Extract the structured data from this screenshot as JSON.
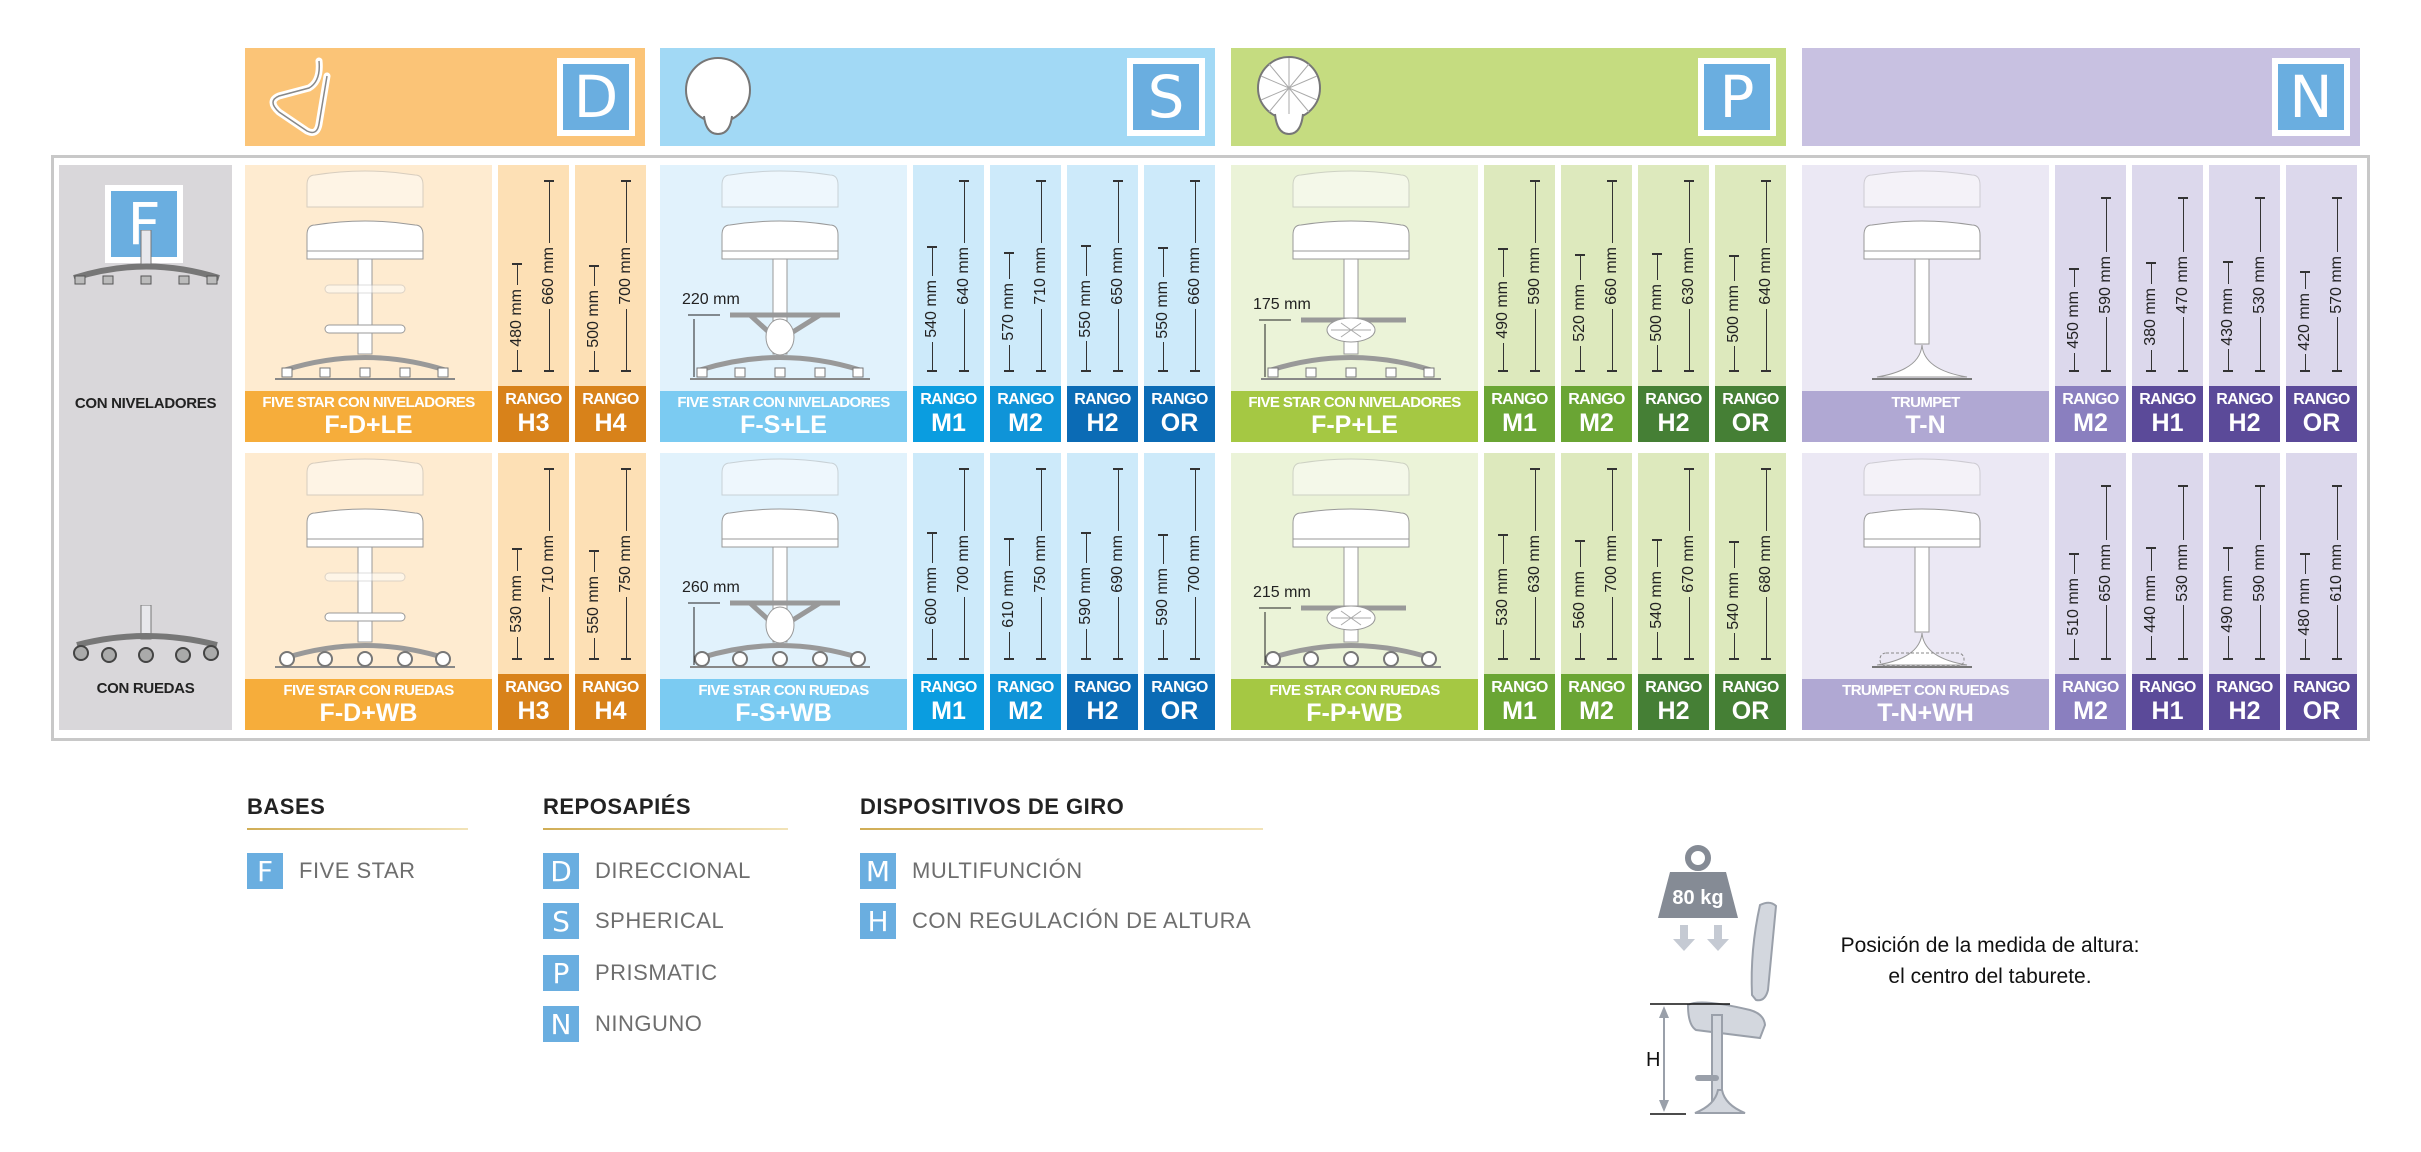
{
  "base_badge": "F",
  "bases": [
    "CON NIVELADORES",
    "CON RUEDAS"
  ],
  "groups": [
    {
      "letter": "D",
      "icon": "directional-footrest-icon",
      "header": "#fbc477",
      "light": "#feebd0",
      "collight": "#fde0b5",
      "strip": "#f6ad3b",
      "stool": "D",
      "rowcolors": [
        "#d8821a",
        "#d8821a"
      ],
      "rows": [
        {
          "caption": "FIVE STAR CON NIVELADORES",
          "code": "F-D+LE",
          "foot": null,
          "ranges": [
            {
              "r": "RANGO",
              "c": "H3",
              "lo": "480 mm",
              "hi": "660 mm"
            },
            {
              "r": "RANGO",
              "c": "H4",
              "lo": "500 mm",
              "hi": "700 mm"
            }
          ]
        },
        {
          "caption": "FIVE STAR CON RUEDAS",
          "code": "F-D+WB",
          "foot": null,
          "ranges": [
            {
              "r": "RANGO",
              "c": "H3",
              "lo": "530 mm",
              "hi": "710 mm"
            },
            {
              "r": "RANGO",
              "c": "H4",
              "lo": "550 mm",
              "hi": "750 mm"
            }
          ]
        }
      ]
    },
    {
      "letter": "S",
      "icon": "spherical-footrest-icon",
      "header": "#a2d9f5",
      "light": "#e1f2fc",
      "collight": "#cdeafa",
      "strip": "#7bcbf2",
      "stool": "S",
      "rowcolors": [
        "#0a9de0",
        "#0f94d8",
        "#0b6bb5",
        "#0b6bb5"
      ],
      "rows": [
        {
          "caption": "FIVE STAR CON NIVELADORES",
          "code": "F-S+LE",
          "foot": "220 mm",
          "ranges": [
            {
              "r": "RANGO",
              "c": "M1",
              "lo": "540 mm",
              "hi": "640 mm"
            },
            {
              "r": "RANGO",
              "c": "M2",
              "lo": "570 mm",
              "hi": "710 mm"
            },
            {
              "r": "RANGO",
              "c": "H2",
              "lo": "550 mm",
              "hi": "650 mm"
            },
            {
              "r": "RANGO",
              "c": "OR",
              "lo": "550 mm",
              "hi": "660 mm"
            }
          ]
        },
        {
          "caption": "FIVE STAR CON RUEDAS",
          "code": "F-S+WB",
          "foot": "260 mm",
          "ranges": [
            {
              "r": "RANGO",
              "c": "M1",
              "lo": "600 mm",
              "hi": "700 mm"
            },
            {
              "r": "RANGO",
              "c": "M2",
              "lo": "610 mm",
              "hi": "750 mm"
            },
            {
              "r": "RANGO",
              "c": "H2",
              "lo": "590 mm",
              "hi": "690 mm"
            },
            {
              "r": "RANGO",
              "c": "OR",
              "lo": "590 mm",
              "hi": "700 mm"
            }
          ]
        }
      ]
    },
    {
      "letter": "P",
      "icon": "prismatic-footrest-icon",
      "header": "#c5dc80",
      "light": "#ebf3d8",
      "collight": "#dde9bd",
      "strip": "#a5c843",
      "stool": "P",
      "rowcolors": [
        "#6aa534",
        "#6aa534",
        "#457f35",
        "#457f35"
      ],
      "rows": [
        {
          "caption": "FIVE STAR CON NIVELADORES",
          "code": "F-P+LE",
          "foot": "175 mm",
          "ranges": [
            {
              "r": "RANGO",
              "c": "M1",
              "lo": "490 mm",
              "hi": "590 mm"
            },
            {
              "r": "RANGO",
              "c": "M2",
              "lo": "520 mm",
              "hi": "660 mm"
            },
            {
              "r": "RANGO",
              "c": "H2",
              "lo": "500 mm",
              "hi": "630 mm"
            },
            {
              "r": "RANGO",
              "c": "OR",
              "lo": "500 mm",
              "hi": "640 mm"
            }
          ]
        },
        {
          "caption": "FIVE STAR CON RUEDAS",
          "code": "F-P+WB",
          "foot": "215 mm",
          "ranges": [
            {
              "r": "RANGO",
              "c": "M1",
              "lo": "530 mm",
              "hi": "630 mm"
            },
            {
              "r": "RANGO",
              "c": "M2",
              "lo": "560 mm",
              "hi": "700 mm"
            },
            {
              "r": "RANGO",
              "c": "H2",
              "lo": "540 mm",
              "hi": "670 mm"
            },
            {
              "r": "RANGO",
              "c": "OR",
              "lo": "540 mm",
              "hi": "680 mm"
            }
          ]
        }
      ]
    },
    {
      "letter": "N",
      "icon": null,
      "header": "#c8c1e1",
      "light": "#ebe8f4",
      "collight": "#dcd8ec",
      "strip": "#b0a8d3",
      "stool": "T",
      "rowcolors": [
        "#8a7fbf",
        "#5b4a99",
        "#5b4a99",
        "#5b4a99"
      ],
      "rows": [
        {
          "caption": "TRUMPET",
          "code": "T-N",
          "foot": null,
          "ranges": [
            {
              "r": "RANGO",
              "c": "M2",
              "lo": "450 mm",
              "hi": "590 mm"
            },
            {
              "r": "RANGO",
              "c": "H1",
              "lo": "380 mm",
              "hi": "470 mm"
            },
            {
              "r": "RANGO",
              "c": "H2",
              "lo": "430 mm",
              "hi": "530 mm"
            },
            {
              "r": "RANGO",
              "c": "OR",
              "lo": "420 mm",
              "hi": "570 mm"
            }
          ]
        },
        {
          "caption": "TRUMPET CON RUEDAS",
          "code": "T-N+WH",
          "foot": null,
          "ranges": [
            {
              "r": "RANGO",
              "c": "M2",
              "lo": "510 mm",
              "hi": "650 mm"
            },
            {
              "r": "RANGO",
              "c": "H1",
              "lo": "440 mm",
              "hi": "530 mm"
            },
            {
              "r": "RANGO",
              "c": "H2",
              "lo": "490 mm",
              "hi": "590 mm"
            },
            {
              "r": "RANGO",
              "c": "OR",
              "lo": "480 mm",
              "hi": "610 mm"
            }
          ]
        }
      ]
    }
  ],
  "legend": {
    "bases": {
      "title": "BASES",
      "items": [
        {
          "k": "F",
          "v": "FIVE STAR"
        }
      ]
    },
    "reposapies": {
      "title": "REPOSAPIÉS",
      "items": [
        {
          "k": "D",
          "v": "DIRECCIONAL"
        },
        {
          "k": "S",
          "v": "SPHERICAL"
        },
        {
          "k": "P",
          "v": "PRISMATIC"
        },
        {
          "k": "N",
          "v": "NINGUNO"
        }
      ]
    },
    "giro": {
      "title": "DISPOSITIVOS DE GIRO",
      "items": [
        {
          "k": "M",
          "v": "MULTIFUNCIÓN"
        },
        {
          "k": "H",
          "v": "CON REGULACIÓN DE ALTURA"
        }
      ]
    }
  },
  "diagram": {
    "weight": "80 kg",
    "h_label": "H",
    "caption_line1": "Posición de la medida de altura:",
    "caption_line2": "el centro del taburete."
  }
}
